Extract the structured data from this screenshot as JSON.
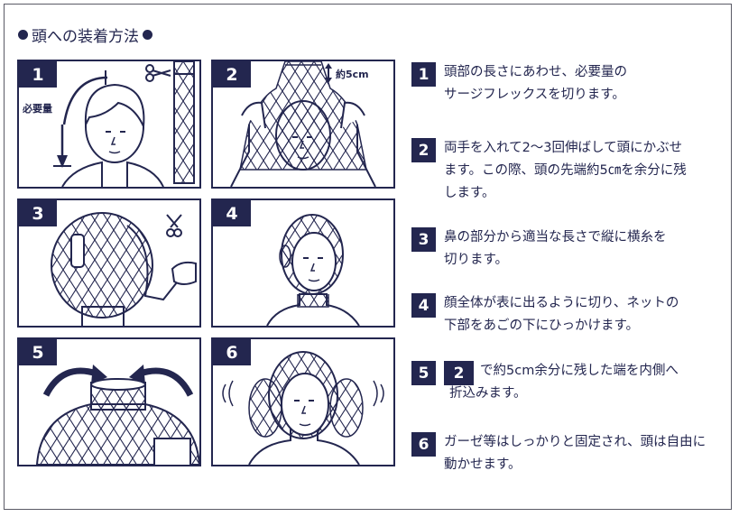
{
  "title": "頭への装着方法",
  "panels": [
    {
      "number": "1",
      "label": "必要量"
    },
    {
      "number": "2",
      "label": "約5cm"
    },
    {
      "number": "3"
    },
    {
      "number": "4"
    },
    {
      "number": "5"
    },
    {
      "number": "6"
    }
  ],
  "steps": [
    {
      "number": "1",
      "lines": [
        "頭部の長さにあわせ、必要量の",
        "サージフレックスを切ります。"
      ]
    },
    {
      "number": "2",
      "lines": [
        "両手を入れて2～3回伸ばして頭にかぶせ",
        "ます。この際、頭の先端約5㎝を余分に残",
        "します。"
      ]
    },
    {
      "number": "3",
      "lines": [
        "鼻の部分から適当な長さで縦に横糸を",
        "切ります。"
      ]
    },
    {
      "number": "4",
      "lines": [
        "顔全体が表に出るように切り、ネットの",
        "下部をあごの下にひっかけます。"
      ]
    },
    {
      "number": "5",
      "ref": "2",
      "lines": [
        "で約5cm余分に残した端を内側へ",
        "折込みます。"
      ]
    },
    {
      "number": "6",
      "lines": [
        "ガーゼ等はしっかりと固定され、頭は自由に",
        "動かせます。"
      ]
    }
  ],
  "colors": {
    "navy": "#23264f",
    "border": "#5a5a66"
  }
}
